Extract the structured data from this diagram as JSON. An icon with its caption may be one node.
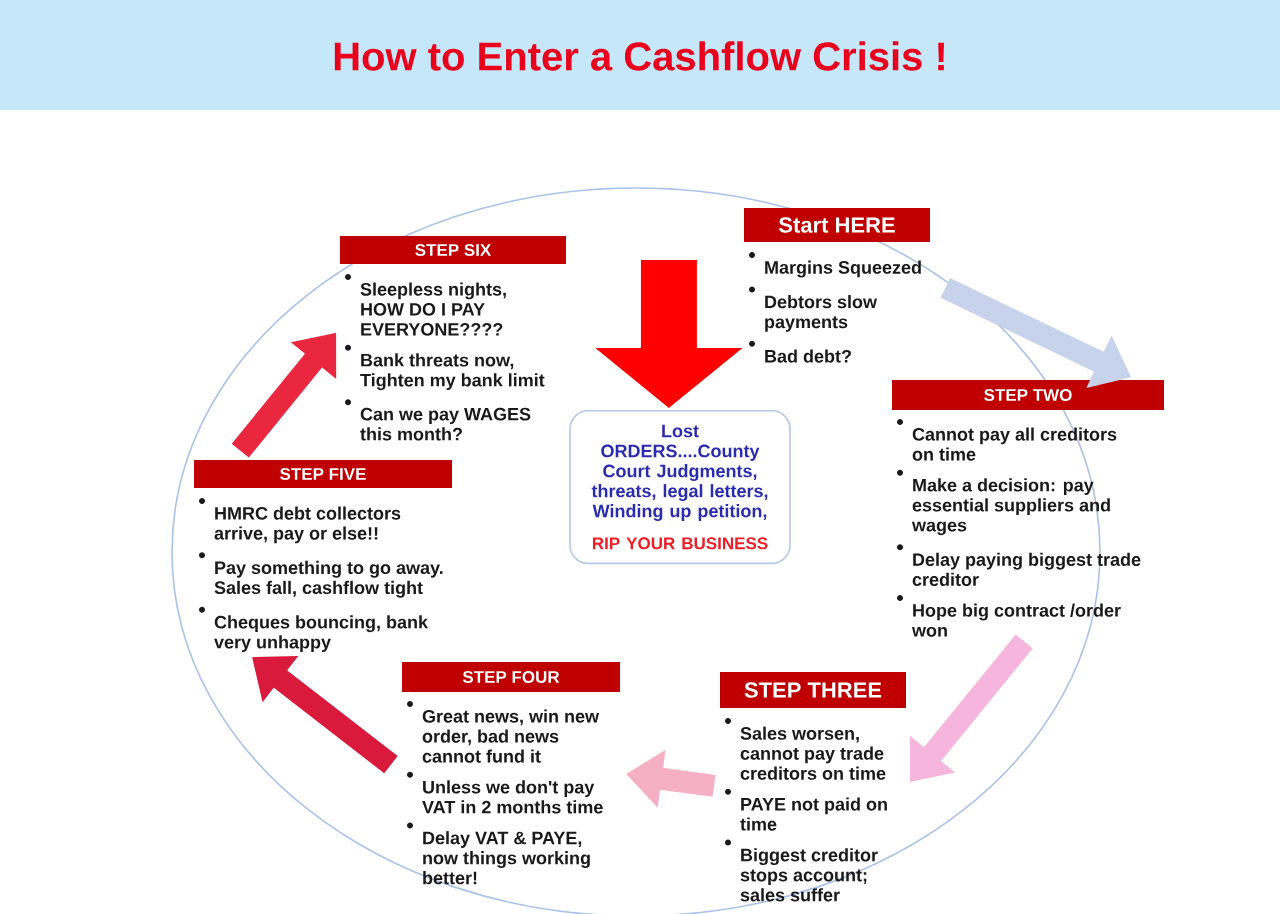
{
  "diagram": {
    "title": "How to Enter a Cashflow Crisis !",
    "nodes": [
      {
        "text": [
          "Start HERE",
          "Margins Squeezed",
          "Debtors slow payments",
          "Bad debt?"
        ]
      },
      {
        "text": [
          "STEP TWO",
          "Cannot pay all creditors on time",
          "Make a decision: pay essential suppliers and wages",
          "Delay paying biggest trade creditor",
          "Hope big contract /order won"
        ]
      },
      {
        "text": [
          "STEP THREE",
          "Sales worsen, cannot pay trade creditors on time",
          "PAYE not paid on time",
          "Biggest creditor stops account; sales suffer"
        ]
      },
      {
        "text": [
          "STEP FOUR",
          "Great news, win new order, bad news cannot fund it",
          "Unless we don't pay VAT in 2 months time",
          "Delay VAT & PAYE, now things working better!"
        ]
      },
      {
        "text": [
          "STEP FIVE",
          "HMRC debt collectors arrive, pay or else!!",
          "Pay something to go away. Sales fall, cashflow tight",
          "Cheques bouncing, bank very unhappy"
        ]
      },
      {
        "text": [
          "STEP SIX",
          "Sleepless nights, HOW DO I PAY EVERYONE????",
          "Bank threats now, Tighten my bank limit",
          "Can we pay WAGES this month?"
        ]
      },
      {
        "text": [
          "Lost ORDERS....County Court Judgments, threats, legal letters, Winding up petition,",
          "RIP YOUR BUSINESS"
        ]
      }
    ],
    "edges": [
      {
        "from": 0,
        "to": 1,
        "arrow": "to",
        "color": "#c6d3ea"
      },
      {
        "from": 1,
        "to": 2,
        "arrow": "to",
        "color": "#f5b5dc"
      },
      {
        "from": 2,
        "to": 3,
        "arrow": "to",
        "color": "#f5b0c6"
      },
      {
        "from": 3,
        "to": 4,
        "arrow": "to",
        "color": "#d91a3c"
      },
      {
        "from": 4,
        "to": 5,
        "arrow": "to",
        "color": "#e9283f"
      },
      {
        "from": null,
        "to": 6,
        "arrow": "to",
        "style": "thick",
        "color": "#ff0000"
      }
    ]
  }
}
